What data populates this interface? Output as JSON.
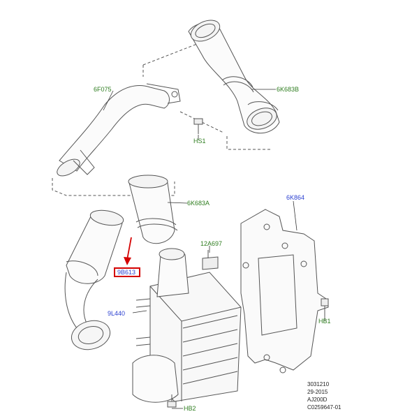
{
  "diagram": {
    "part_labels": {
      "f075": "6F075",
      "k683b": "6K683B",
      "hs1": "HS1",
      "k683a": "6K683A",
      "k864": "6K864",
      "a697": "12A697",
      "b613": "9B613",
      "l440": "9L440",
      "hb1": "HB1",
      "hb2": "HB2"
    },
    "reference_lines": [
      "3031210",
      "29-2015",
      "AJ200D",
      "C0259647-01"
    ],
    "colors": {
      "assembly_label": "#2e7d1f",
      "component_label": "#2a3fd0",
      "highlight": "#d40000",
      "line_art": "#444444"
    }
  }
}
